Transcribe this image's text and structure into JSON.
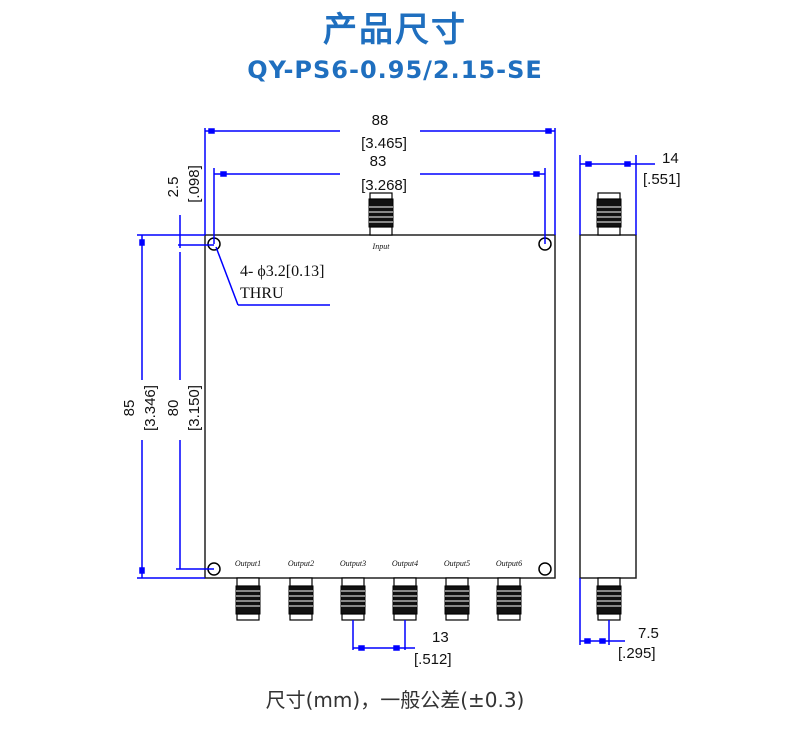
{
  "header": {
    "title": "产品尺寸",
    "model": "QY-PS6-0.95/2.15-SE"
  },
  "drawing": {
    "width_overall": "88",
    "width_overall_in": "[3.465]",
    "hole_spacing_x": "83",
    "hole_spacing_x_in": "[3.268]",
    "hole_offset": "2.5",
    "hole_offset_in": "[.098]",
    "height_overall": "85",
    "height_overall_in": "[3.346]",
    "hole_spacing_y": "80",
    "hole_spacing_y_in": "[3.150]",
    "hole_note": "4- ϕ3.2[0.13]",
    "hole_note2": "THRU",
    "input_label": "Input",
    "outputs": [
      "Output1",
      "Output2",
      "Output3",
      "Output4",
      "Output5",
      "Output6"
    ],
    "port_pitch": "13",
    "port_pitch_in": "[.512]",
    "thickness": "14",
    "thickness_in": "[.551]",
    "side_offset": "7.5",
    "side_offset_in": "[.295]",
    "dim_color": "#0000ff"
  },
  "footer": {
    "caption": "尺寸(mm)，一般公差(±0.3)"
  }
}
